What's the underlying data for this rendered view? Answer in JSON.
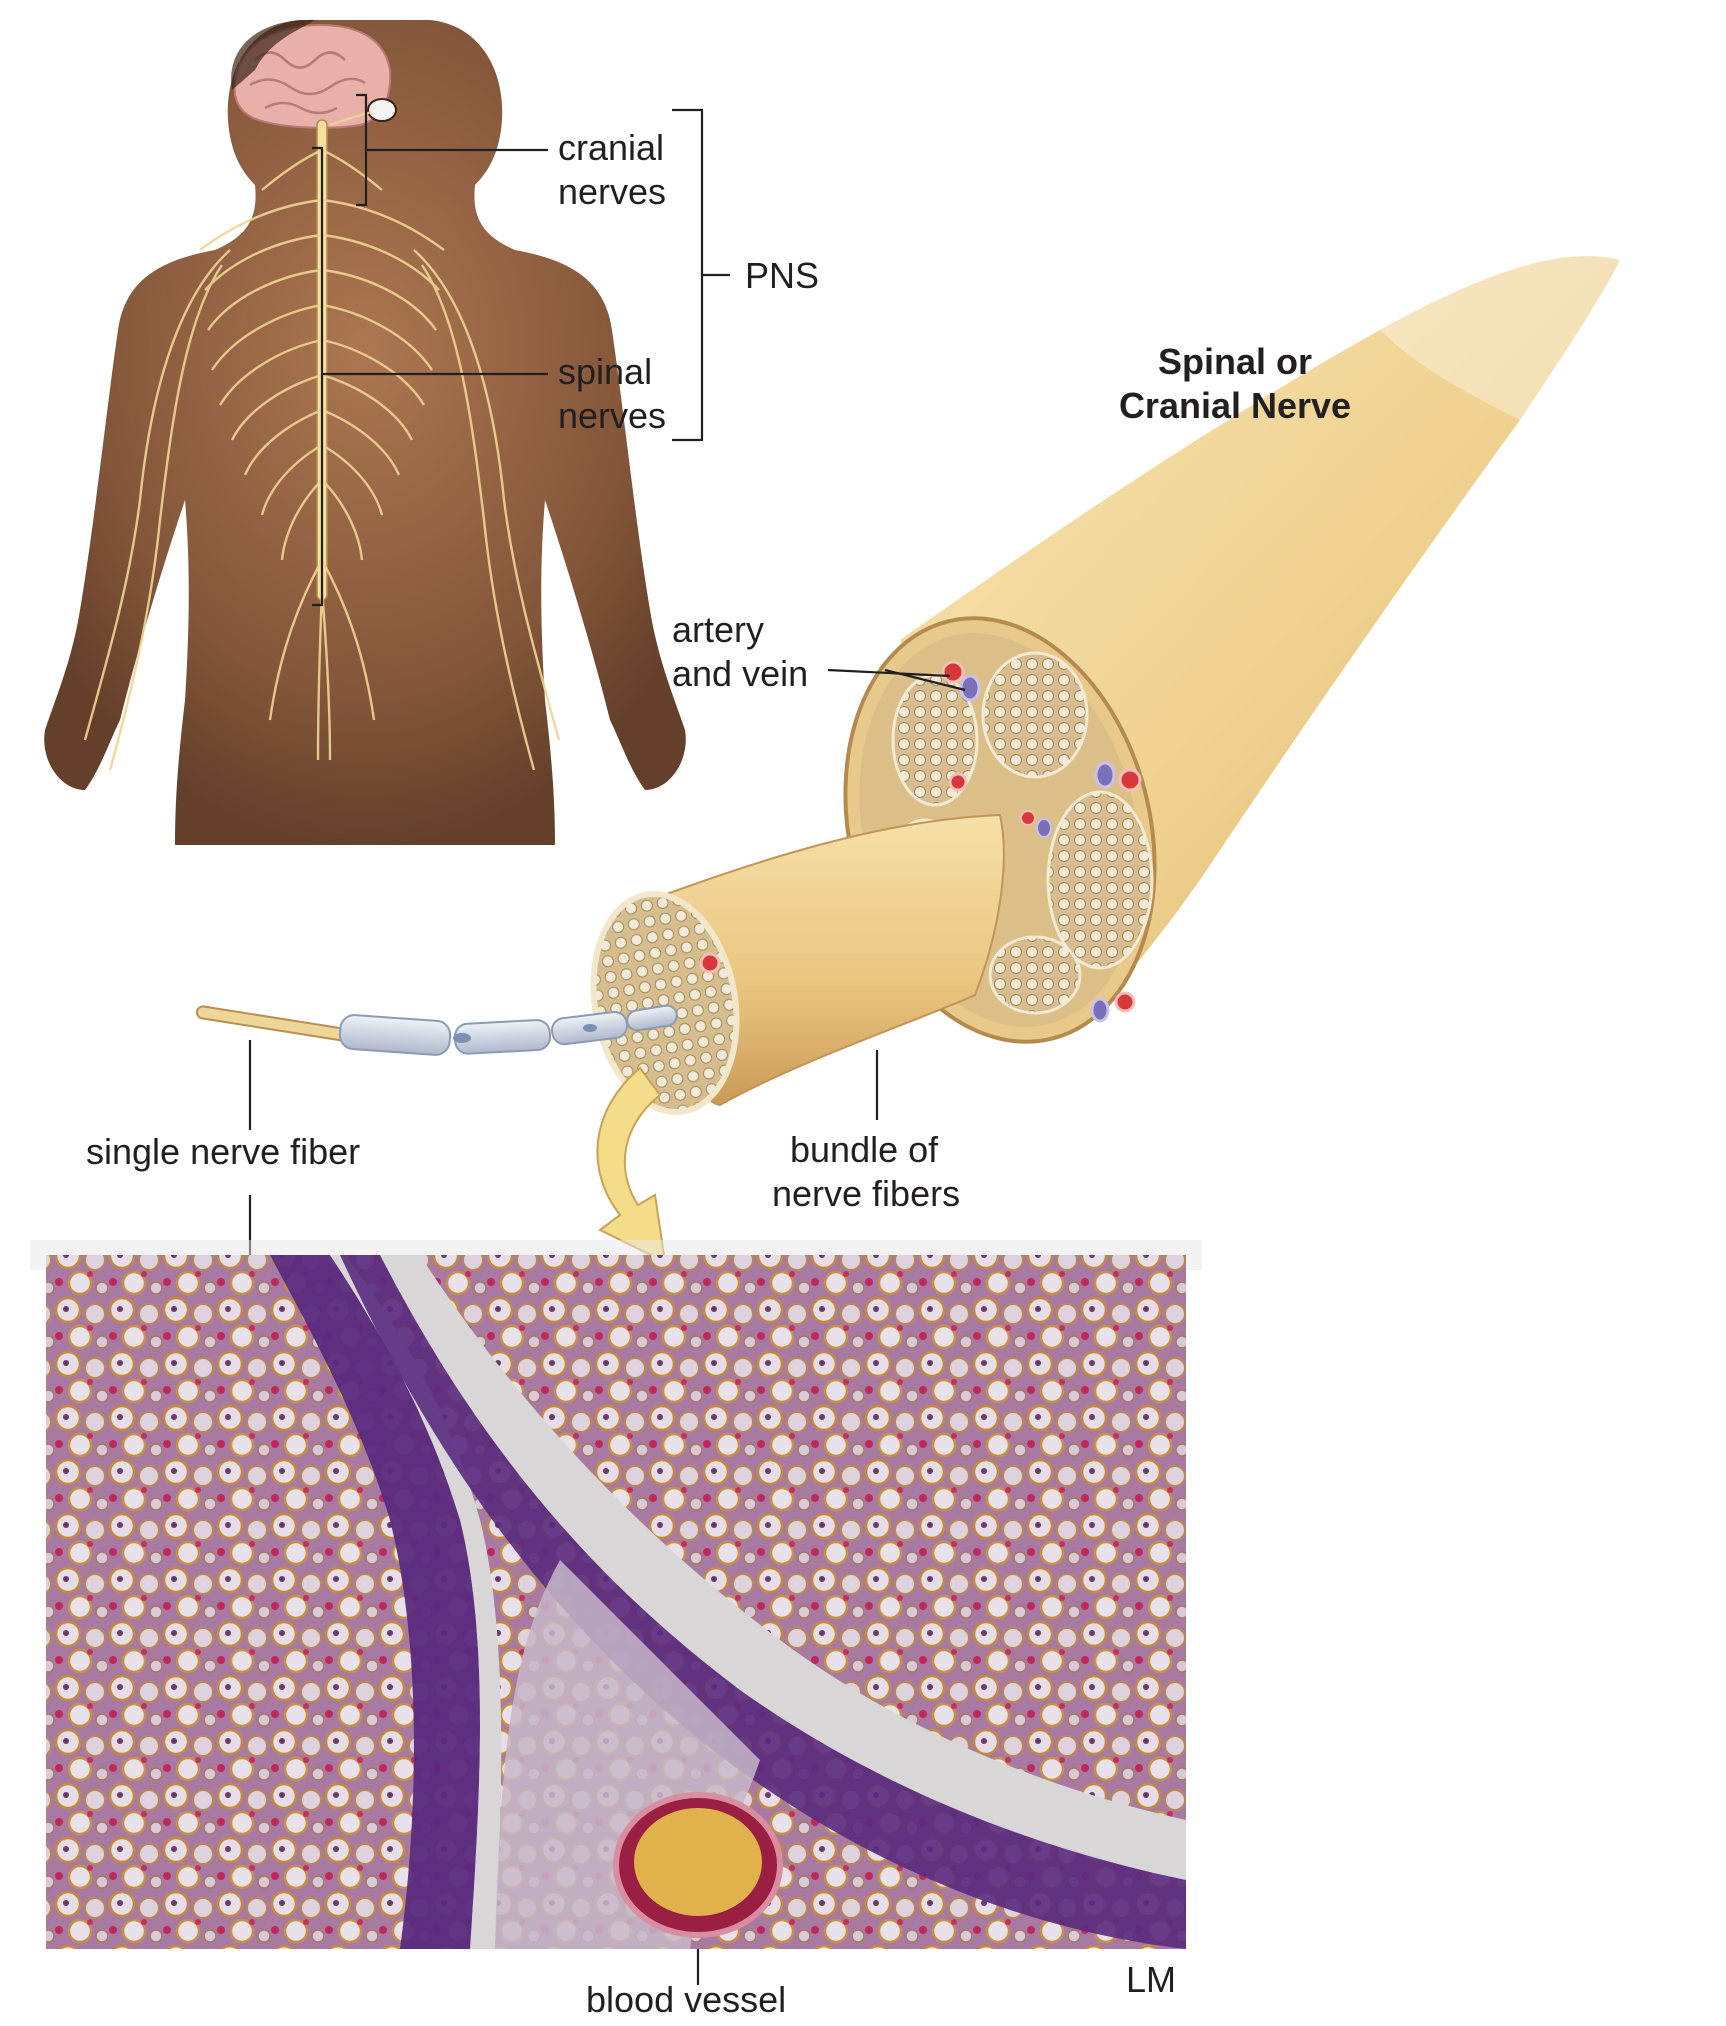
{
  "labels": {
    "cranial_nerves": [
      "cranial",
      "nerves"
    ],
    "pns": "PNS",
    "spinal_nerves": [
      "spinal",
      "nerves"
    ],
    "nerve_title": [
      "Spinal or",
      "Cranial Nerve"
    ],
    "artery_vein": [
      "artery",
      "and vein"
    ],
    "single_fiber": "single nerve fiber",
    "bundle": [
      "bundle of",
      "nerve fibers"
    ],
    "blood_vessel": "blood vessel",
    "magnification": "LM"
  },
  "colors": {
    "skin": "#8a5a3a",
    "nerve": "#f3dfa0",
    "nerve_shadow": "#d9b97a",
    "brain": "#e8b0a8",
    "artery": "#d8383a",
    "vein": "#7a6fb8",
    "stain_purple": "#5a2a7e",
    "stain_pink": "#c98aa8",
    "arrow": "#f5dc8a"
  }
}
